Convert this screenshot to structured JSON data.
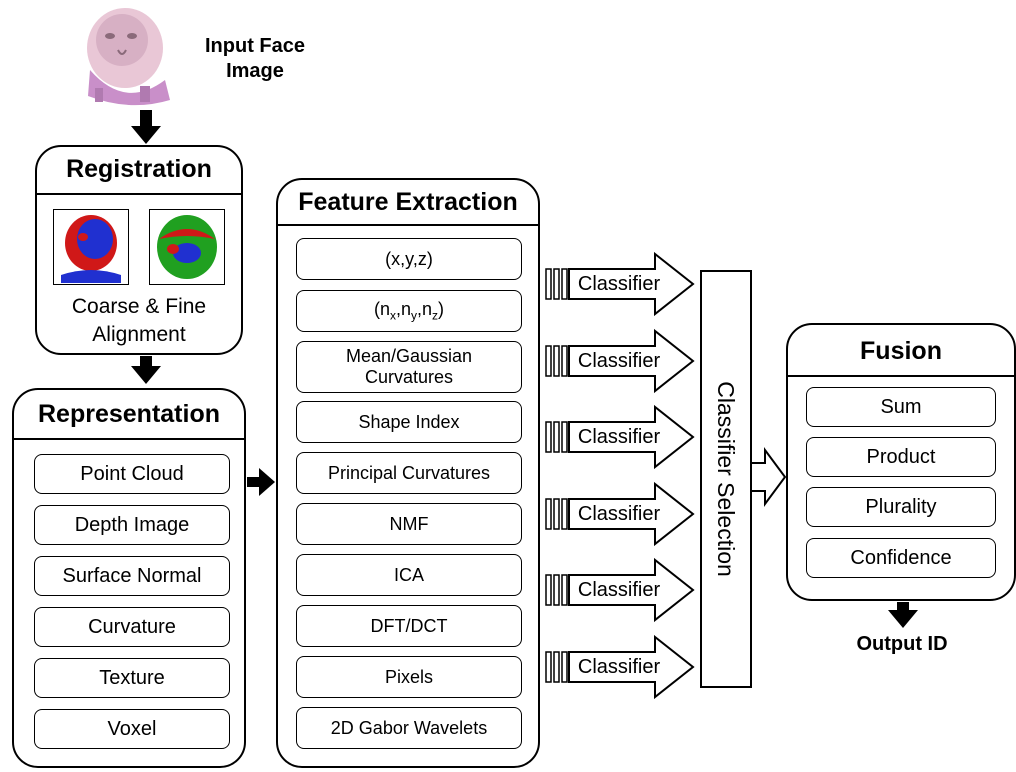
{
  "input": {
    "label": "Input Face\nImage",
    "image": "face-3d-scan"
  },
  "registration": {
    "title": "Registration",
    "images": [
      "face-registration-blue-red",
      "face-curvature-map"
    ],
    "caption": "Coarse & Fine\nAlignment"
  },
  "representation": {
    "title": "Representation",
    "items": [
      "Point Cloud",
      "Depth Image",
      "Surface Normal",
      "Curvature",
      "Texture",
      "Voxel"
    ]
  },
  "feature_extraction": {
    "title": "Feature Extraction",
    "items": [
      "(x,y,z)",
      "(n_x,n_y,n_z)",
      "Mean/Gaussian\nCurvatures",
      "Shape Index",
      "Principal Curvatures",
      "NMF",
      "ICA",
      "DFT/DCT",
      "Pixels",
      "2D Gabor Wavelets"
    ]
  },
  "classifiers": {
    "label": "Classifier",
    "count": 6
  },
  "classifier_selection": {
    "label": "Classifier Selection"
  },
  "fusion": {
    "title": "Fusion",
    "items": [
      "Sum",
      "Product",
      "Plurality",
      "Confidence"
    ]
  },
  "output": {
    "label": "Output ID"
  }
}
